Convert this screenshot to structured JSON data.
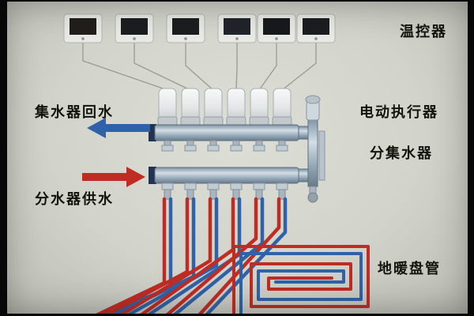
{
  "labels": {
    "thermostat": "温控器",
    "actuator": "电动执行器",
    "manifold": "分集水器",
    "floor_coil": "地暖盘管",
    "return_flow": "集水器回水",
    "supply_flow": "分水器供水"
  },
  "colors": {
    "supply": "#bf2c24",
    "return": "#2f62a8",
    "wire": "#9a9a92",
    "label": "#14140f"
  },
  "counts": {
    "thermostats": 6,
    "heating_loops": 6
  }
}
